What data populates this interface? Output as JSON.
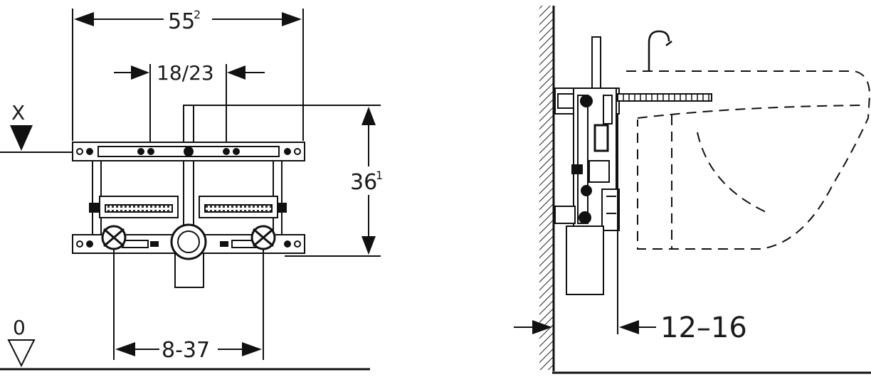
{
  "front_view": {
    "width_dim": {
      "main": "55",
      "sup": "2"
    },
    "spacing_dim": "18/23",
    "height_dim": {
      "main": "36",
      "sup": "1"
    },
    "lower_dim": "8-37",
    "level_x_label": "X",
    "level_zero_label": "0"
  },
  "side_view": {
    "depth_dim": "12–16"
  }
}
